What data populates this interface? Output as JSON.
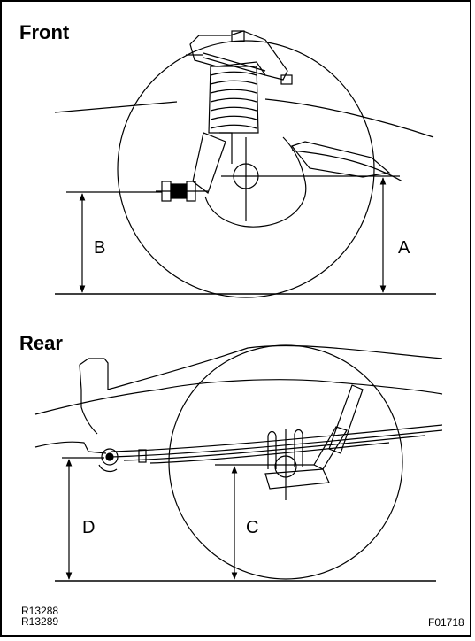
{
  "front": {
    "title": "Front",
    "label_a": "A",
    "label_b": "B"
  },
  "rear": {
    "title": "Rear",
    "label_c": "C",
    "label_d": "D"
  },
  "codes": {
    "ref1": "R13288",
    "ref2": "R13289",
    "figure": "F01718"
  }
}
